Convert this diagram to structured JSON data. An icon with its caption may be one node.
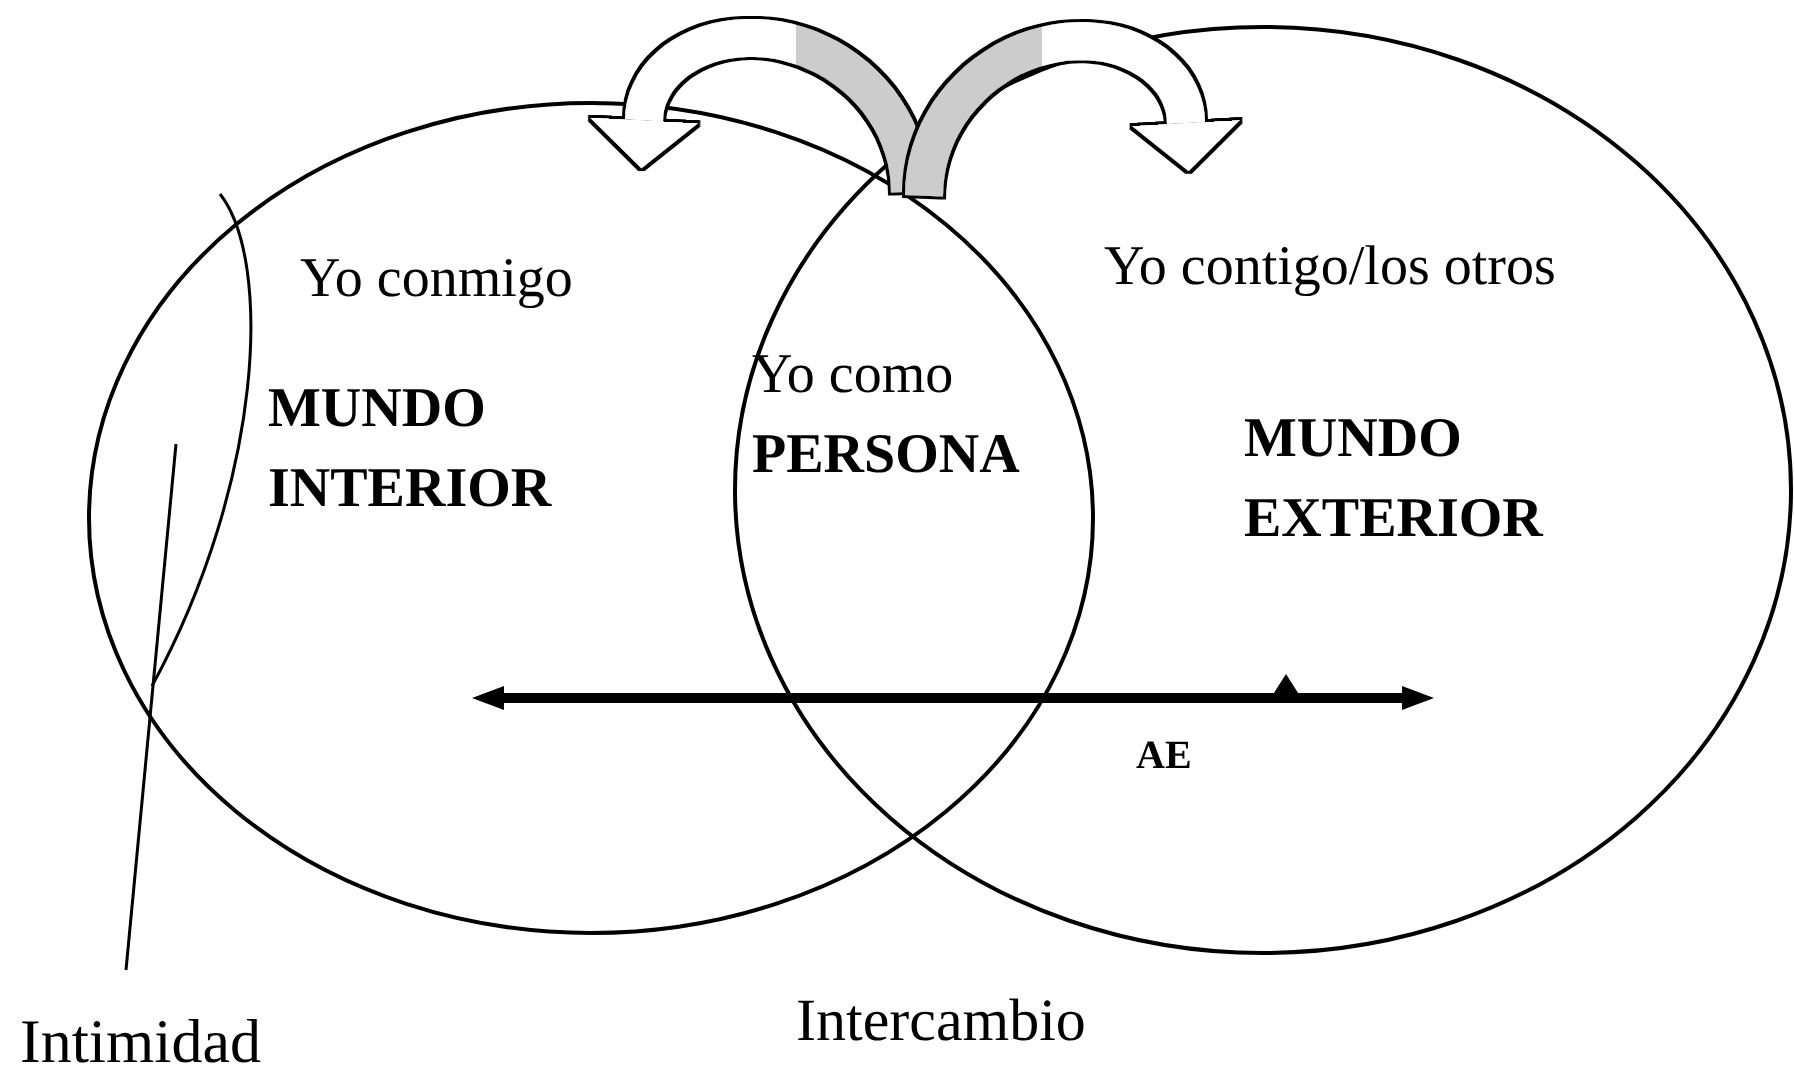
{
  "diagram": {
    "nodes": [
      {
        "text": [
          "Yo conmigo",
          "MUNDO INTERIOR"
        ]
      },
      {
        "text": [
          "Yo contigo/los otros",
          "MUNDO EXTERIOR"
        ]
      },
      {
        "text": [
          "Intimidad"
        ]
      },
      {
        "text": [],
        "shape": "arc",
        "in": 0
      }
    ],
    "edges": [
      {
        "from": 1,
        "to": 0,
        "arrow": "to"
      },
      {
        "from": 0,
        "to": 1,
        "arrow": "to"
      },
      {
        "from": 2,
        "to": 3,
        "arrow": "none"
      }
    ],
    "labels": [
      "Yo como **PERSONA**",
      "AE",
      "Intercambio"
    ]
  }
}
